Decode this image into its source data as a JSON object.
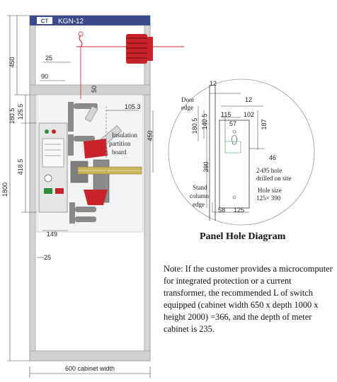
{
  "cabinet": {
    "brand_label": "KGN-12",
    "colors": {
      "frame": "#c9c9c9",
      "header": "#3b4a8a",
      "insulator": "#c8232b",
      "bushing": "#8a8a8a",
      "busbar": "#c9b45a"
    },
    "dims": {
      "total_height": "1800",
      "top_450": "450",
      "offset_25_top": "25",
      "offset_90": "90",
      "offset_50": "50",
      "offset_105_3": "105.3",
      "offset_180_5": "180.5",
      "offset_125_5": "125.5",
      "offset_450_right": "450",
      "offset_418_5": "418.5",
      "offset_149": "149",
      "offset_25_bottom": "25",
      "width_label": "600 cabinet width"
    },
    "labels": {
      "insulation": "Insulation",
      "partition": "partition",
      "board": "board"
    }
  },
  "panel": {
    "caption": "Panel Hole Diagram",
    "labels": {
      "door": "Door",
      "edge": "edge",
      "stand": "Stand",
      "column": "column",
      "edge2": "edge",
      "hole_a": "2-Ø5 hole",
      "hole_b": "drilled on site",
      "size_a": "Hole size",
      "size_b": "125× 390"
    },
    "dims": {
      "d12a": "12",
      "d12b": "12",
      "d115": "115",
      "d102": "102",
      "d57": "57",
      "d180_5": "180.5",
      "d140_5": "140.5",
      "d187": "187",
      "d46": "46",
      "d390": "390",
      "d58": "58",
      "d125": "125"
    }
  },
  "note": "Note: If the customer provides a microcomputer for integrated protection or a current transformer, the recommended L of switch equipped (cabinet width 650 x depth 1000 x height 2000) =366, and the depth of meter cabinet is 235."
}
